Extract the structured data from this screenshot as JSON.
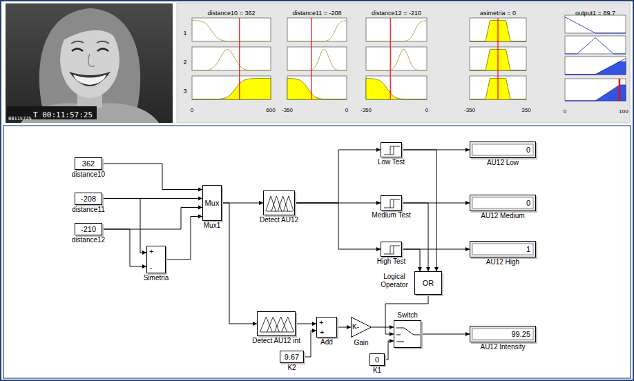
{
  "diagram": {
    "nodes": [
      {
        "text": [
          "362",
          "distance10"
        ]
      },
      {
        "text": [
          "-208",
          "distance11"
        ]
      },
      {
        "text": [
          "-210",
          "distance12"
        ]
      },
      {
        "text": [
          "+",
          "-",
          "Simetria"
        ]
      },
      {
        "text": [
          "Mux",
          "Mux1"
        ]
      },
      {
        "text": [
          "Detect AU12"
        ]
      },
      {
        "text": [
          "Low Test"
        ]
      },
      {
        "text": [
          "Medium Test"
        ]
      },
      {
        "text": [
          "High Test"
        ]
      },
      {
        "text": [
          "0",
          "AU12 Low"
        ]
      },
      {
        "text": [
          "0",
          "AU12 Medium"
        ]
      },
      {
        "text": [
          "1",
          "AU12 High"
        ]
      },
      {
        "text": [
          "OR",
          "Logical Operator"
        ]
      },
      {
        "text": [
          "Detect AU12 int"
        ]
      },
      {
        "text": [
          "9.67",
          "K2"
        ]
      },
      {
        "text": [
          "+",
          "+",
          "Add"
        ]
      },
      {
        "text": [
          "K-",
          "Gain"
        ]
      },
      {
        "text": [
          "0",
          "K1"
        ]
      },
      {
        "text": [
          "Switch"
        ]
      },
      {
        "text": [
          "99.25",
          "AU12 Intensity"
        ]
      }
    ],
    "edges": [
      {
        "from": 0,
        "to": 4,
        "arrow": "to"
      },
      {
        "from": 1,
        "to": 4,
        "arrow": "to"
      },
      {
        "from": 2,
        "to": 4,
        "arrow": "to"
      },
      {
        "from": 1,
        "to": 3,
        "arrow": "to"
      },
      {
        "from": 2,
        "to": 3,
        "arrow": "to"
      },
      {
        "from": 3,
        "to": 4,
        "arrow": "to"
      },
      {
        "from": 4,
        "to": 5,
        "arrow": "to"
      },
      {
        "from": 4,
        "to": 13,
        "arrow": "to"
      },
      {
        "from": 5,
        "to": 6,
        "arrow": "to"
      },
      {
        "from": 5,
        "to": 7,
        "arrow": "to"
      },
      {
        "from": 5,
        "to": 8,
        "arrow": "to"
      },
      {
        "from": 6,
        "to": 9,
        "arrow": "to"
      },
      {
        "from": 6,
        "to": 12,
        "arrow": "to"
      },
      {
        "from": 7,
        "to": 10,
        "arrow": "to"
      },
      {
        "from": 7,
        "to": 12,
        "arrow": "to"
      },
      {
        "from": 8,
        "to": 11,
        "arrow": "to"
      },
      {
        "from": 8,
        "to": 12,
        "arrow": "to"
      },
      {
        "from": 12,
        "to": 18,
        "arrow": "to"
      },
      {
        "from": 13,
        "to": 15,
        "arrow": "to"
      },
      {
        "from": 14,
        "to": 15,
        "arrow": "to"
      },
      {
        "from": 15,
        "to": 16,
        "arrow": "to"
      },
      {
        "from": 16,
        "to": 18,
        "arrow": "to"
      },
      {
        "from": 17,
        "to": 18,
        "arrow": "to"
      },
      {
        "from": 18,
        "to": 19,
        "arrow": "to"
      }
    ],
    "labels": [
      "00115725",
      "T 00:11:57:25",
      "distance10 = 362",
      "distance11 = -208",
      "distance12 = -210",
      "asimetria = 0",
      "output1 = 89.7",
      "1",
      "2",
      "3",
      "0",
      "600",
      "-350",
      "0",
      "-350",
      "0",
      "-350",
      "350",
      "0",
      "100"
    ]
  }
}
